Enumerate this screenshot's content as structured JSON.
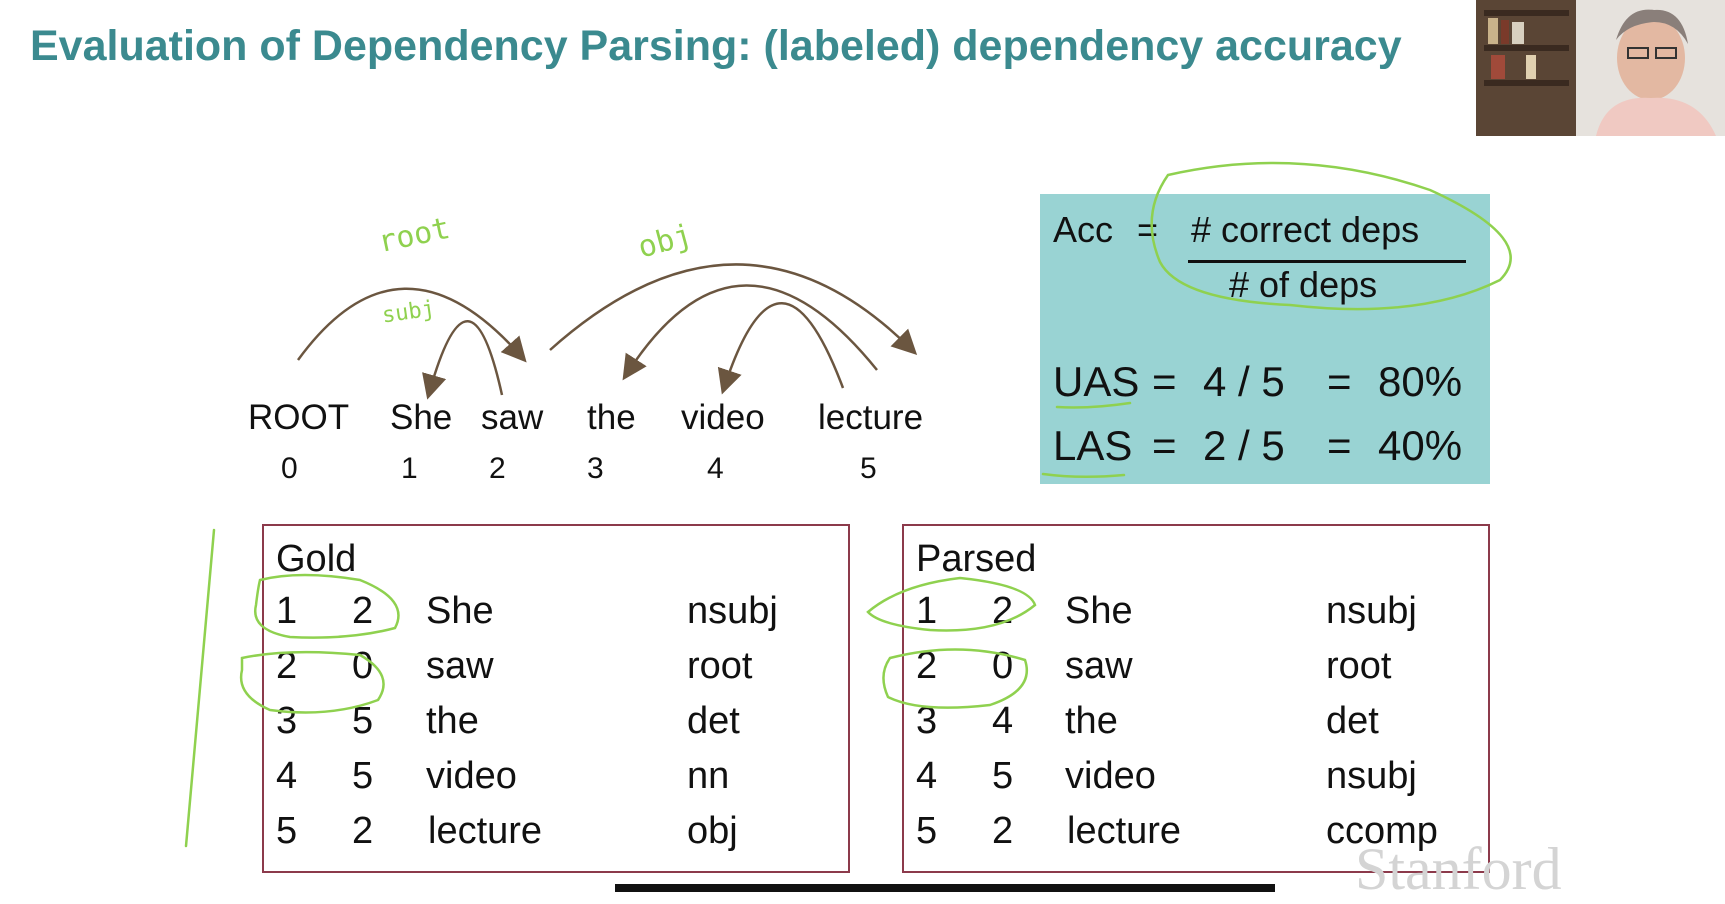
{
  "title": "Evaluation of Dependency Parsing: (labeled) dependency accuracy",
  "sentence": {
    "tokens": [
      "ROOT",
      "She",
      "saw",
      "the",
      "video",
      "lecture"
    ],
    "indices": [
      "0",
      "1",
      "2",
      "3",
      "4",
      "5"
    ]
  },
  "annotations": {
    "root": "root",
    "subj": "subj",
    "obj": "obj"
  },
  "formula": {
    "acc_label": "Acc",
    "equals": "=",
    "numerator": "# correct deps",
    "denominator": "# of deps",
    "uas": {
      "label": "UAS",
      "eq1": "=",
      "value": "4 / 5",
      "eq2": "=",
      "percent": "80%"
    },
    "las": {
      "label": "LAS",
      "eq1": "=",
      "value": "2 / 5",
      "eq2": "=",
      "percent": "40%"
    }
  },
  "gold": {
    "title": "Gold",
    "rows": [
      {
        "idx": "1",
        "head": "2",
        "word": "She",
        "label": "nsubj"
      },
      {
        "idx": "2",
        "head": "0",
        "word": "saw",
        "label": "root"
      },
      {
        "idx": "3",
        "head": "5",
        "word": "the",
        "label": "det"
      },
      {
        "idx": "4",
        "head": "5",
        "word": "video",
        "label": "nn"
      },
      {
        "idx": "5",
        "head": "2",
        "word": "lecture",
        "label": "obj"
      }
    ]
  },
  "parsed": {
    "title": "Parsed",
    "rows": [
      {
        "idx": "1",
        "head": "2",
        "word": "She",
        "label": "nsubj"
      },
      {
        "idx": "2",
        "head": "0",
        "word": "saw",
        "label": "root"
      },
      {
        "idx": "3",
        "head": "4",
        "word": "the",
        "label": "det"
      },
      {
        "idx": "4",
        "head": "5",
        "word": "video",
        "label": "nsubj"
      },
      {
        "idx": "5",
        "head": "2",
        "word": "lecture",
        "label": "ccomp"
      }
    ]
  },
  "watermark": "Stanford",
  "colors": {
    "title": "#3b8a8f",
    "formula_bg": "#99d3d3",
    "arc": "#6b5640",
    "ink": "#8fd14f",
    "box_border": "#8c3a4b"
  }
}
